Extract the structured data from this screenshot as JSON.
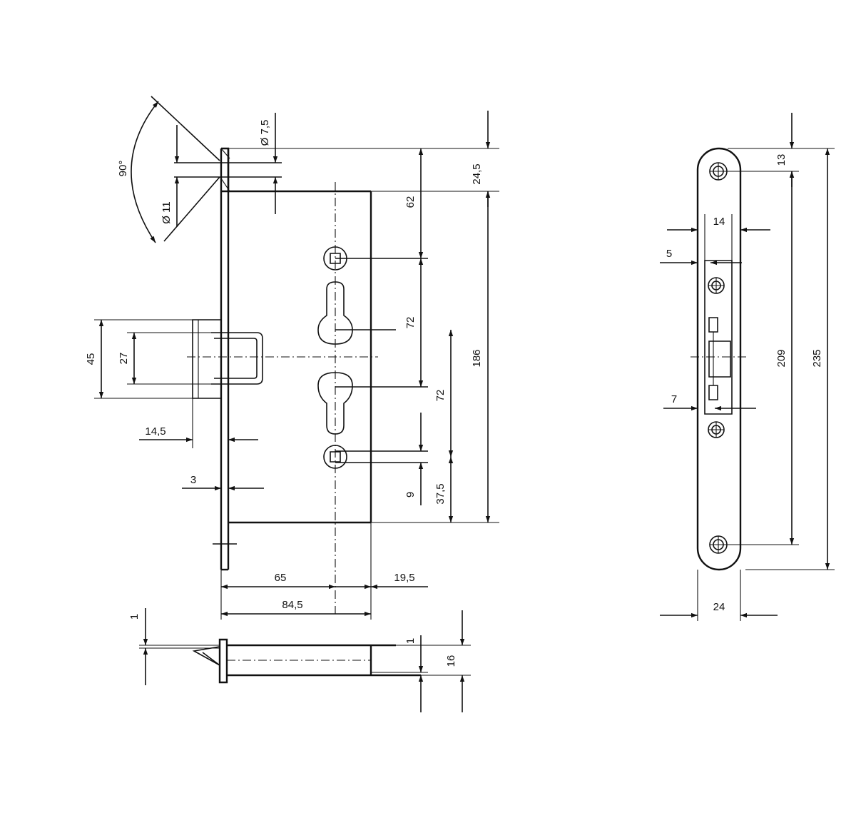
{
  "front_view": {
    "angle": "90°",
    "dims": {
      "d_small": "Ø 7,5",
      "d_large": "Ø 11",
      "top_to_face": "24,5",
      "top_to_follower": "62",
      "follower_to_key": "72",
      "key_to_cylinder": "72",
      "case_height": "186",
      "follower2_offset": "9",
      "bottom_to_lower": "37,5",
      "bolt_height_outer": "45",
      "bolt_height_inner": "27",
      "bolt_projection": "14,5",
      "plate_thickness": "3",
      "backset": "65",
      "case_tail": "19,5",
      "case_depth": "84,5"
    }
  },
  "bottom_view": {
    "dims": {
      "plate_offset_left": "1",
      "plate_offset_right": "1",
      "case_thickness": "16"
    }
  },
  "faceplate_view": {
    "dims": {
      "top_hole": "13",
      "width_bolt": "14",
      "edge_offset_top": "5",
      "hole_spacing": "209",
      "total_length": "235",
      "edge_offset_bottom": "7",
      "plate_width": "24"
    }
  }
}
